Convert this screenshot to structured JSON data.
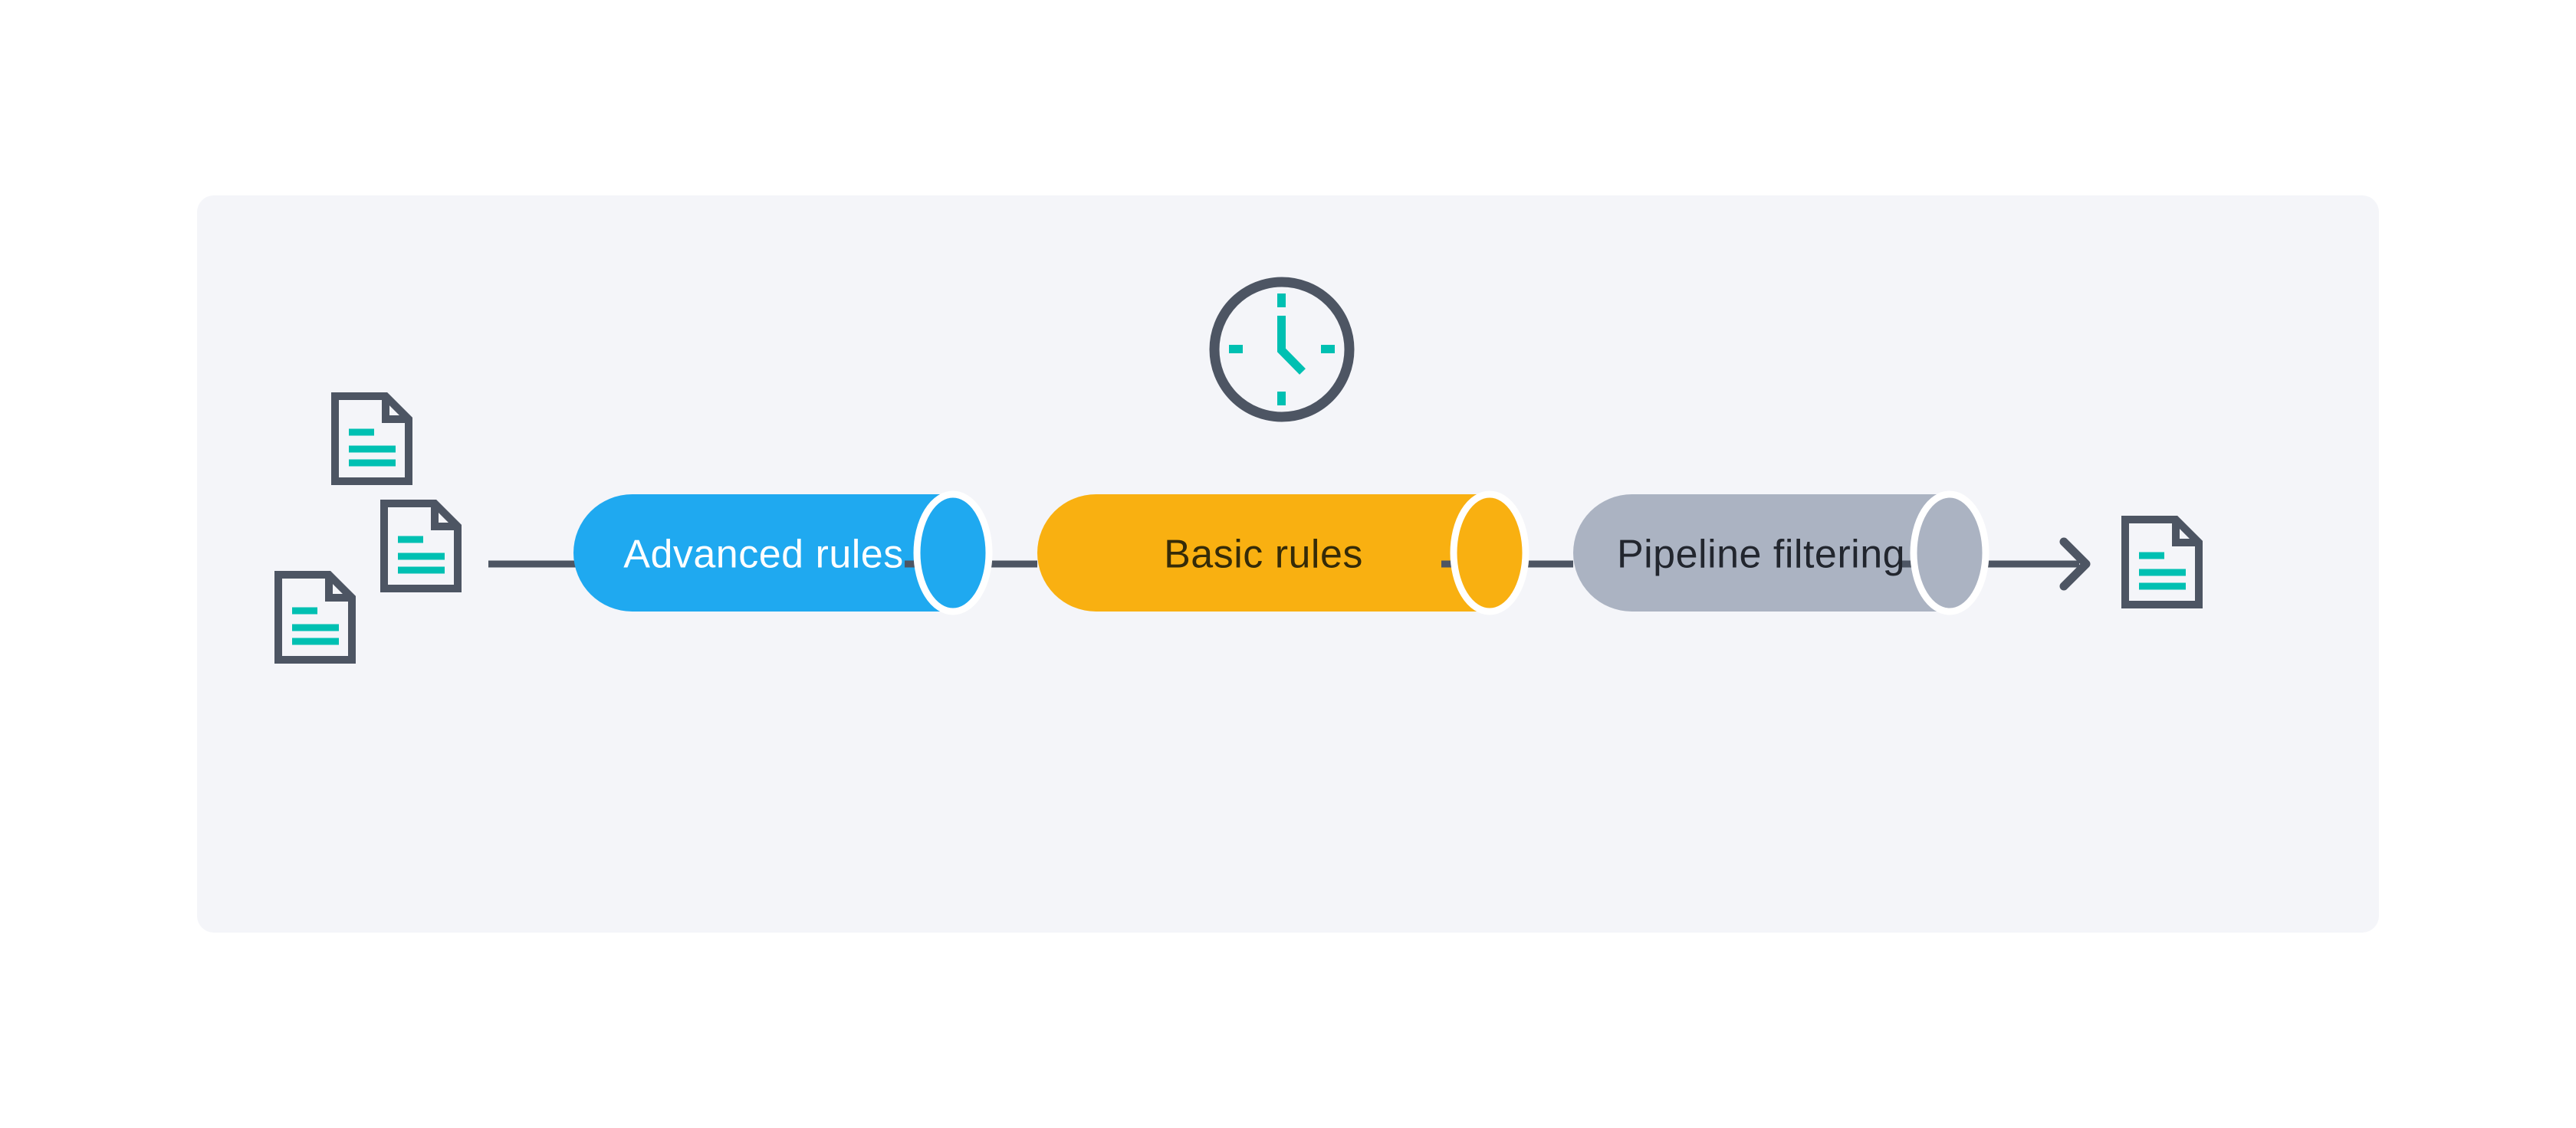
{
  "canvas": {
    "background": "#ffffff",
    "panel_background": "#f4f5f9"
  },
  "palette": {
    "outline": "#4d5563",
    "accent_teal": "#00c0b2",
    "cap_gap_white": "#ffffff"
  },
  "pipeline": {
    "input_documents": {
      "icon": "document-icon",
      "count": 3
    },
    "timer": {
      "icon": "clock-icon"
    },
    "stages": [
      {
        "id": "advanced-rules",
        "label": "Advanced rules",
        "fill": "#1fa9f0",
        "label_color": "#ffffff"
      },
      {
        "id": "basic-rules",
        "label": "Basic rules",
        "fill": "#f9b011",
        "label_color": "#352b08"
      },
      {
        "id": "pipeline-filtering",
        "label": "Pipeline filtering",
        "fill": "#abb3c2",
        "label_color": "#22262e"
      }
    ],
    "output_document": {
      "icon": "document-icon",
      "count": 1
    },
    "flow": {
      "icon": "arrow-right-icon",
      "direction": "left-to-right"
    }
  }
}
